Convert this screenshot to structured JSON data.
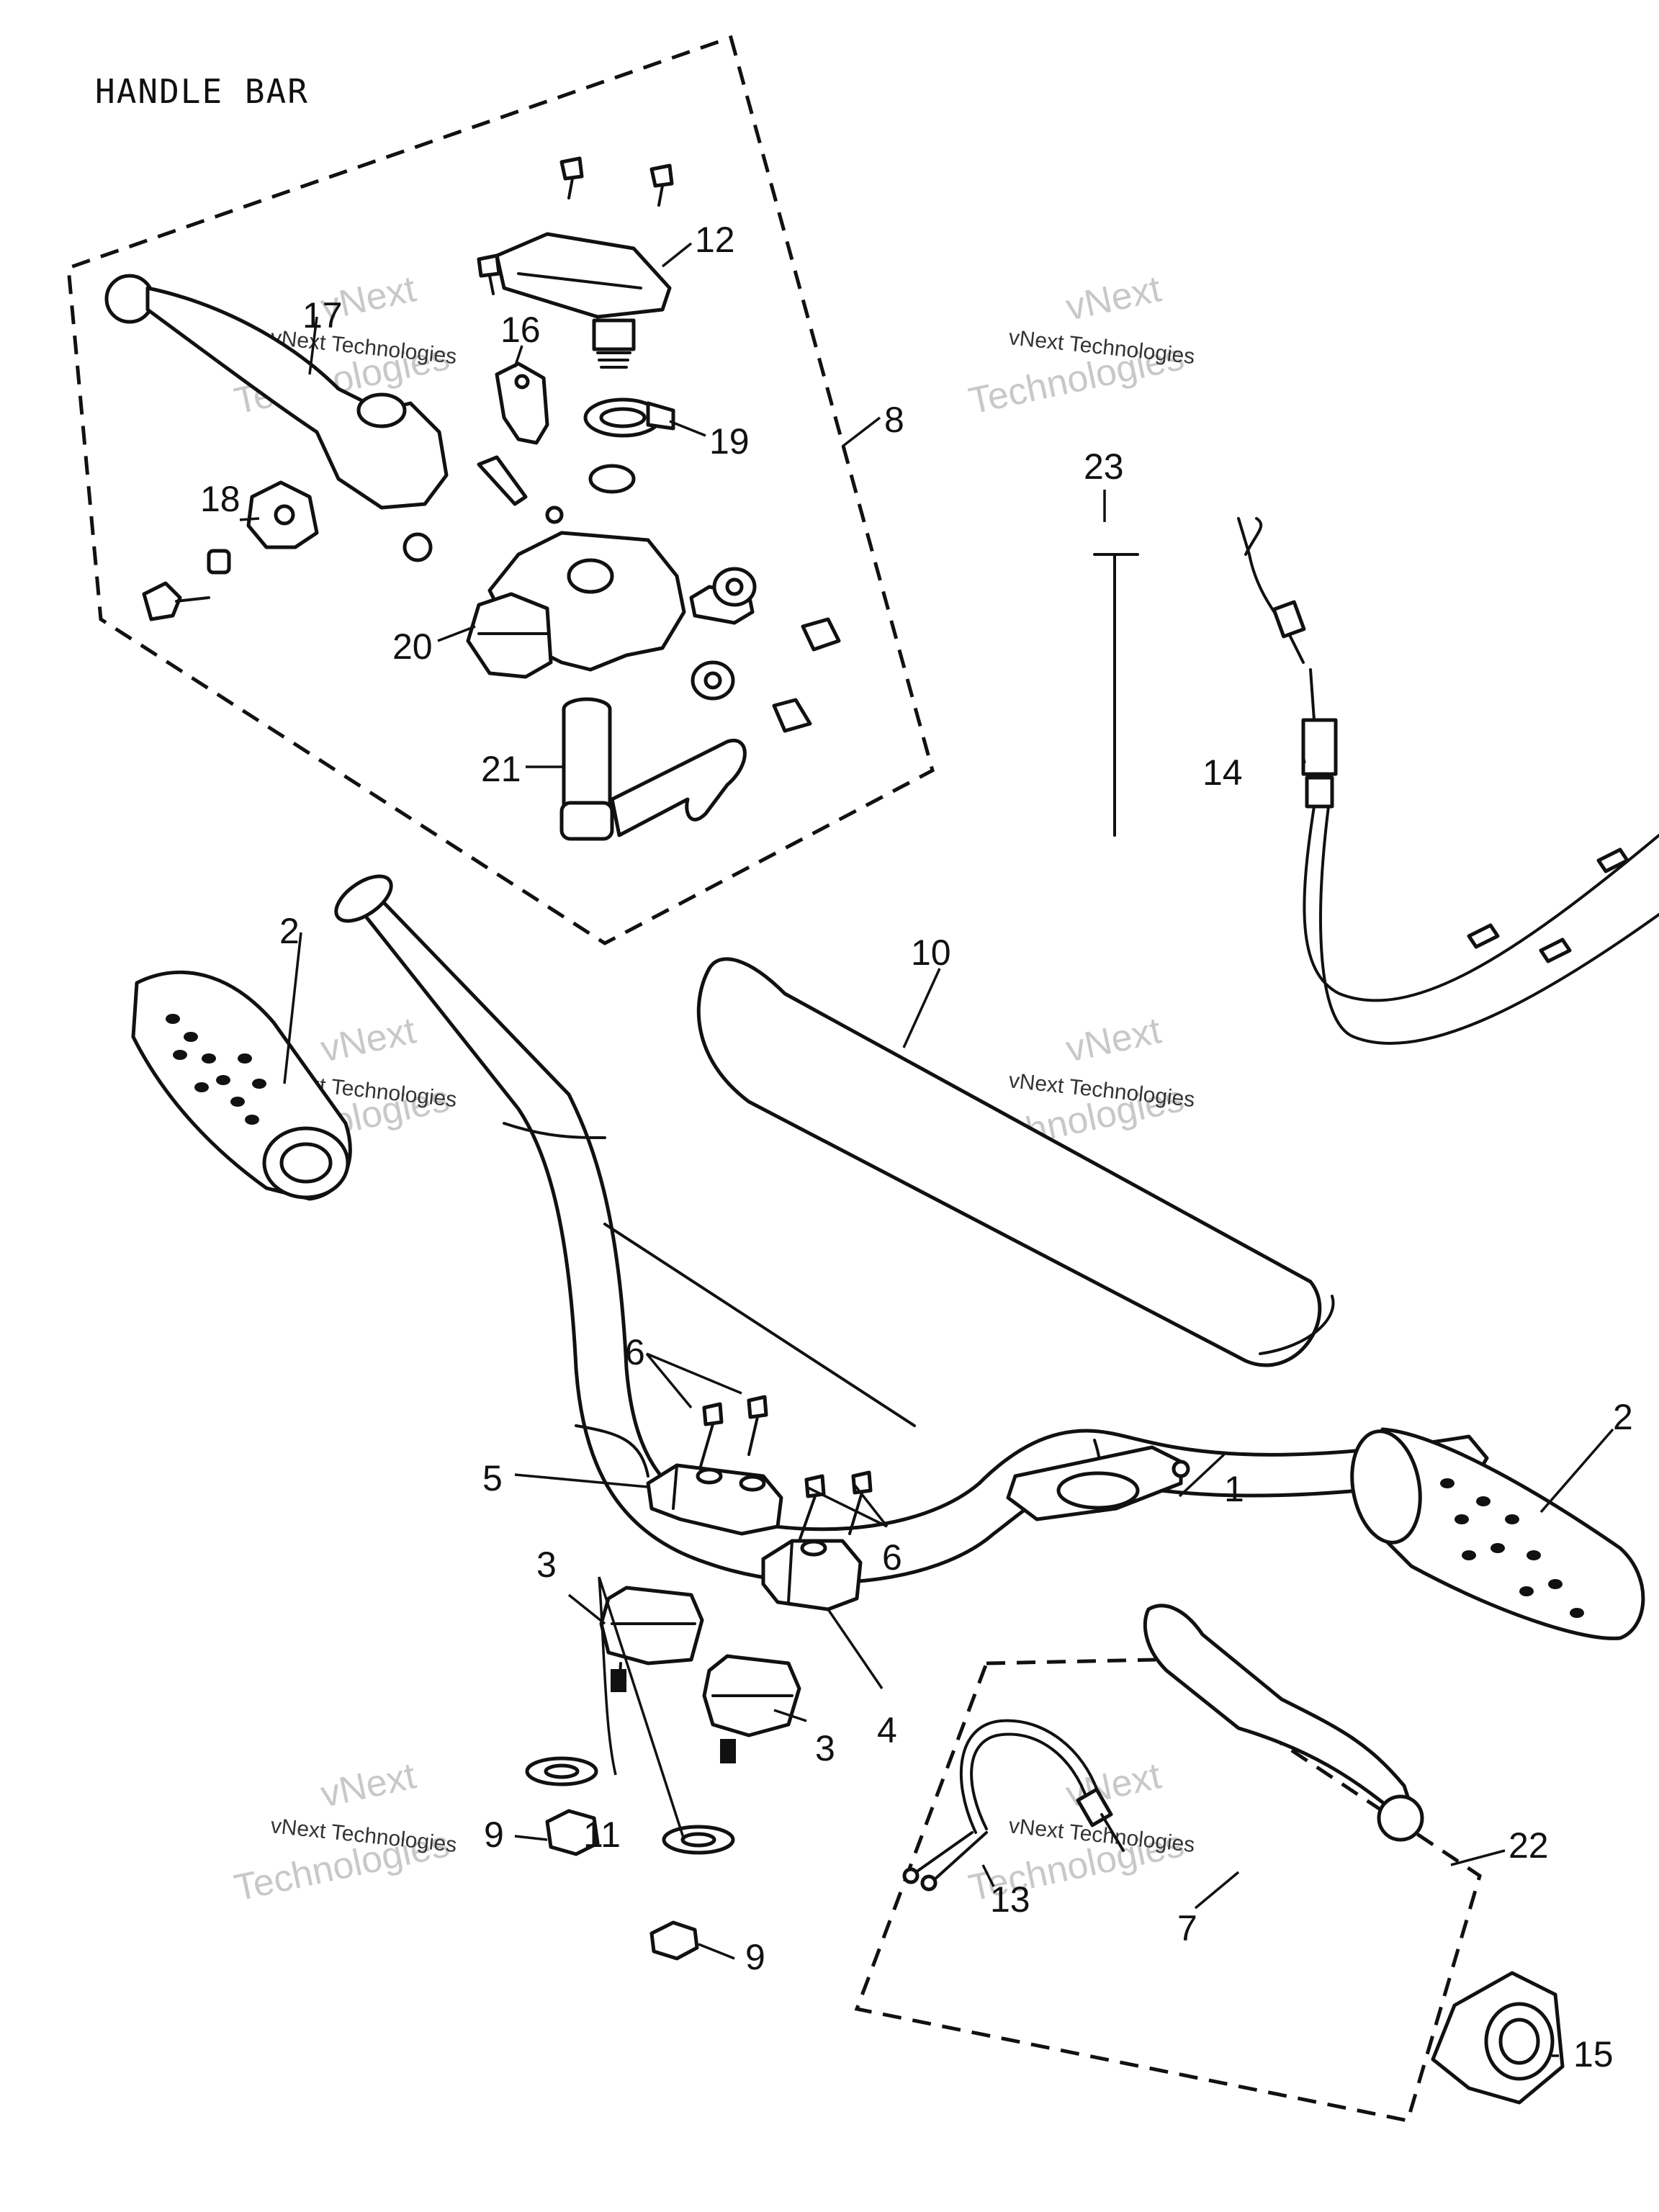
{
  "title": "HANDLE BAR",
  "watermark": {
    "small_text": "vNext Technologies",
    "big_line1": "vNext",
    "big_line2": "Technologies"
  },
  "callouts": {
    "c1": "1",
    "c2a": "2",
    "c2b": "2",
    "c3a": "3",
    "c3b": "3",
    "c4": "4",
    "c5": "5",
    "c6a": "6",
    "c6b": "6",
    "c7": "7",
    "c8": "8",
    "c9a": "9",
    "c9b": "9",
    "c10": "10",
    "c11": "11",
    "c12": "12",
    "c13": "13",
    "c14": "14",
    "c15": "15",
    "c16": "16",
    "c17": "17",
    "c18": "18",
    "c19": "19",
    "c20": "20",
    "c21": "21",
    "c22": "22",
    "c23": "23"
  },
  "colors": {
    "ink": "#111111",
    "watermark": "#c8c8c8",
    "background": "#ffffff"
  }
}
